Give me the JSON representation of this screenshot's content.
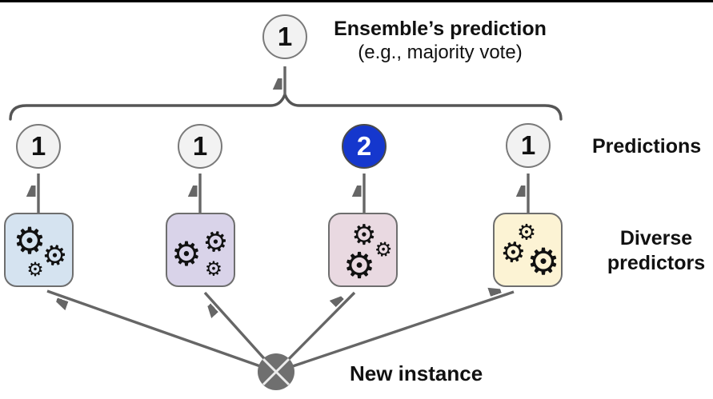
{
  "ensemble": {
    "value": "1",
    "title": "Ensemble’s prediction",
    "subtitle": "(e.g., majority vote)"
  },
  "predictions": {
    "label": "Predictions",
    "values": [
      "1",
      "1",
      "2",
      "1"
    ],
    "highlighted_index": 2
  },
  "predictors": {
    "label": "Diverse predictors",
    "count": 4
  },
  "new_instance": {
    "label": "New instance"
  },
  "icons": {
    "gear": "⚙",
    "new_instance_glyph": "circle-with-x"
  },
  "colors": {
    "arrow": "#666666",
    "brace": "#555555",
    "circle_fill": "#f2f2f2",
    "circle_border": "#7a7a7a",
    "highlight_blue": "#1537cd",
    "box_blue": "#d5e3f0",
    "box_purple": "#d9d3e9",
    "box_pink": "#e9d9e1",
    "box_yellow": "#fcf3d4",
    "instance_fill": "#6f6f6f",
    "gear": "#111111"
  }
}
